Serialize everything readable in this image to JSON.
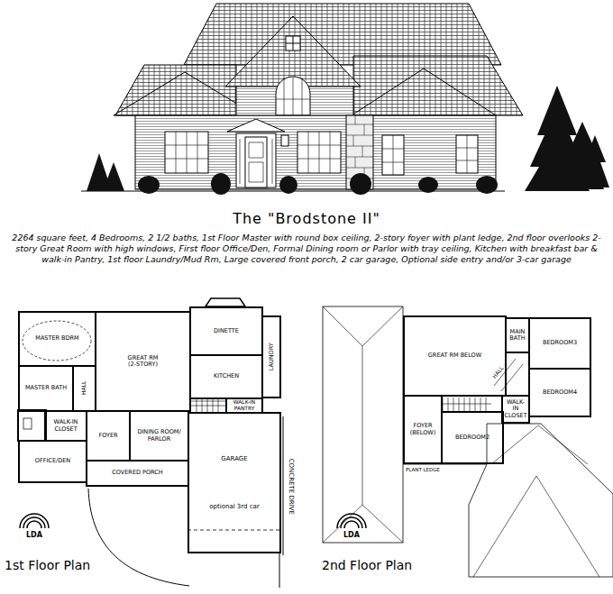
{
  "diagram": {
    "title": "The \"Brodstone II\"",
    "caption": "2264 square feet, 4 Bedrooms, 2 1/2 baths, 1st Floor Master with round box ceiling, 2-story foyer with plant ledge, 2nd floor overlooks 2-story Great Room with high windows, First floor Office/Den, Formal Dining room or Parlor with tray ceiling, Kitchen with breakfast bar & walk-in Pantry, 1st floor Laundry/Mud Rm, Large covered front porch, 2 car garage, Optional side entry and/or 3-car garage",
    "nodes": [
      {
        "text": [
          "MASTER BDRM"
        ]
      },
      {
        "text": [
          "GREAT RM",
          "(2-STORY)"
        ]
      },
      {
        "text": [
          "DINETTE"
        ]
      },
      {
        "text": [
          "KITCHEN"
        ]
      },
      {
        "text": [
          "LAUNDRY"
        ]
      },
      {
        "text": [
          "MASTER BATH"
        ]
      },
      {
        "text": [
          "WALK-IN CLOSET"
        ]
      },
      {
        "text": [
          "FOYER"
        ]
      },
      {
        "text": [
          "DINING ROOM/ PARLOR"
        ]
      },
      {
        "text": [
          "OFFICE/DEN"
        ]
      },
      {
        "text": [
          "COVERED PORCH"
        ]
      },
      {
        "text": [
          "GARAGE",
          "optional 3rd car"
        ]
      },
      {
        "text": [
          "WALK-IN PANTRY"
        ]
      },
      {
        "text": [
          "GREAT RM BELOW"
        ]
      },
      {
        "text": [
          "MAIN BATH"
        ]
      },
      {
        "text": [
          "BEDROOM3"
        ]
      },
      {
        "text": [
          "BEDROOM4"
        ]
      },
      {
        "text": [
          "WALK-IN CLOSET"
        ]
      },
      {
        "text": [
          "FOYER (BELOW)"
        ]
      },
      {
        "text": [
          "BEDROOM2"
        ]
      }
    ],
    "labels": [
      "HALL",
      "CONCRETE DRIVE",
      "HALL",
      "PLANT LEDGE",
      "1st Floor Plan",
      "2nd Floor Plan",
      "LDA",
      "LDA"
    ]
  }
}
